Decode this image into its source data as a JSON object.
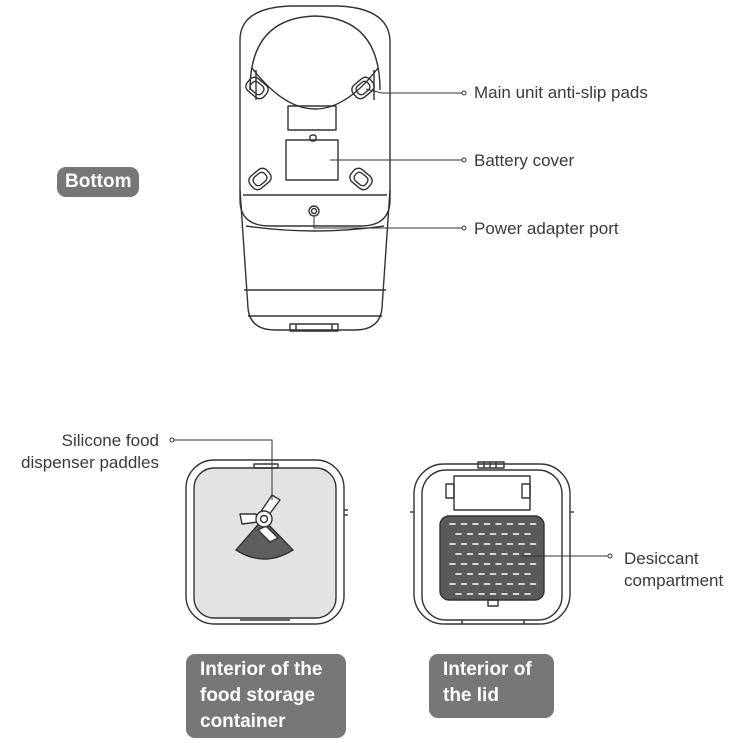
{
  "bottom_view": {
    "badge": "Bottom",
    "callouts": {
      "anti_slip": "Main unit anti-slip pads",
      "battery": "Battery cover",
      "power": "Power adapter port"
    }
  },
  "container_view": {
    "callout_lines": [
      "Silicone food",
      "dispenser paddles"
    ],
    "badge_lines": [
      "Interior of the",
      "food storage",
      "container"
    ]
  },
  "lid_view": {
    "callout_lines": [
      "Desiccant",
      "compartment"
    ],
    "badge_lines": [
      "Interior of",
      "the lid"
    ]
  },
  "colors": {
    "stroke": "#333333",
    "fill_gray": "#e3e3e3",
    "dark_gray": "#5a5a5a",
    "badge": "#777777"
  }
}
